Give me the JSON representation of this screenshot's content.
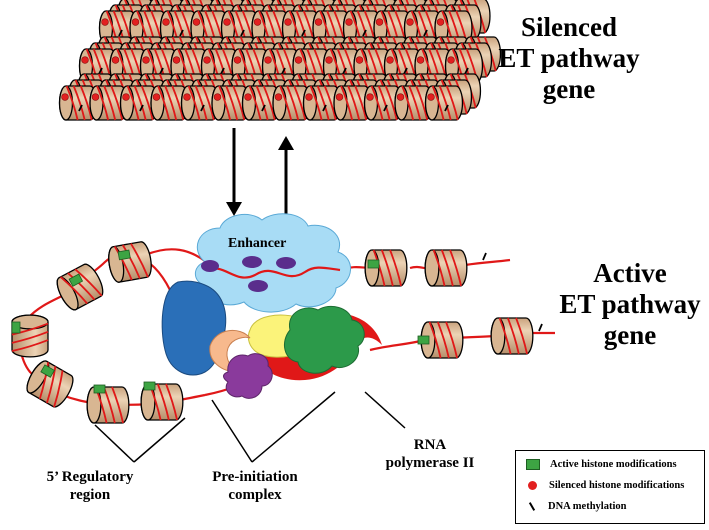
{
  "labels": {
    "silenced": [
      "Silenced",
      "ET pathway",
      "gene"
    ],
    "active": [
      "Active",
      "ET pathway",
      "gene"
    ],
    "enhancer": "Enhancer",
    "regulatory": [
      "5’ Regulatory",
      "region"
    ],
    "preinit": [
      "Pre-initiation",
      "complex"
    ],
    "rnapol": [
      "RNA",
      "polymerase II"
    ]
  },
  "legend": {
    "items": [
      {
        "label": "Active histone modifications",
        "icon": "green-square-icon"
      },
      {
        "label": "Silenced histone modifications",
        "icon": "red-dot-icon"
      },
      {
        "label": "DNA methylation",
        "icon": "methylation-tick-icon"
      }
    ]
  },
  "colors": {
    "nucleosome": "#d8b692",
    "nucleosome_dark": "#b08a66",
    "dna": "#e01818",
    "enhancer": "#a8dcf5",
    "enhancer_factor": "#5a2d8c",
    "blue_factor": "#2a6fb8",
    "peach_factor": "#f7b98d",
    "purple_factor": "#8a3a9c",
    "yellow_factor": "#fbf37a",
    "green_factor": "#2c9a4a",
    "rna_pol": "#e01818",
    "active_mark": "#3da443",
    "silenced_mark": "#e22020"
  }
}
